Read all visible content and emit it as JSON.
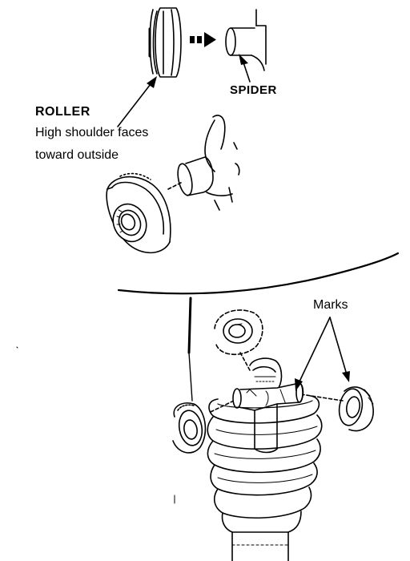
{
  "labels": {
    "roller": "ROLLER",
    "roller_note_line1": "High shoulder faces",
    "roller_note_line2": "toward outside",
    "spider": "SPIDER",
    "marks": "Marks"
  },
  "colors": {
    "ink": "#000000",
    "paper": "#ffffff"
  },
  "icons": {
    "direction_arrow": "arrow-right-icon"
  }
}
